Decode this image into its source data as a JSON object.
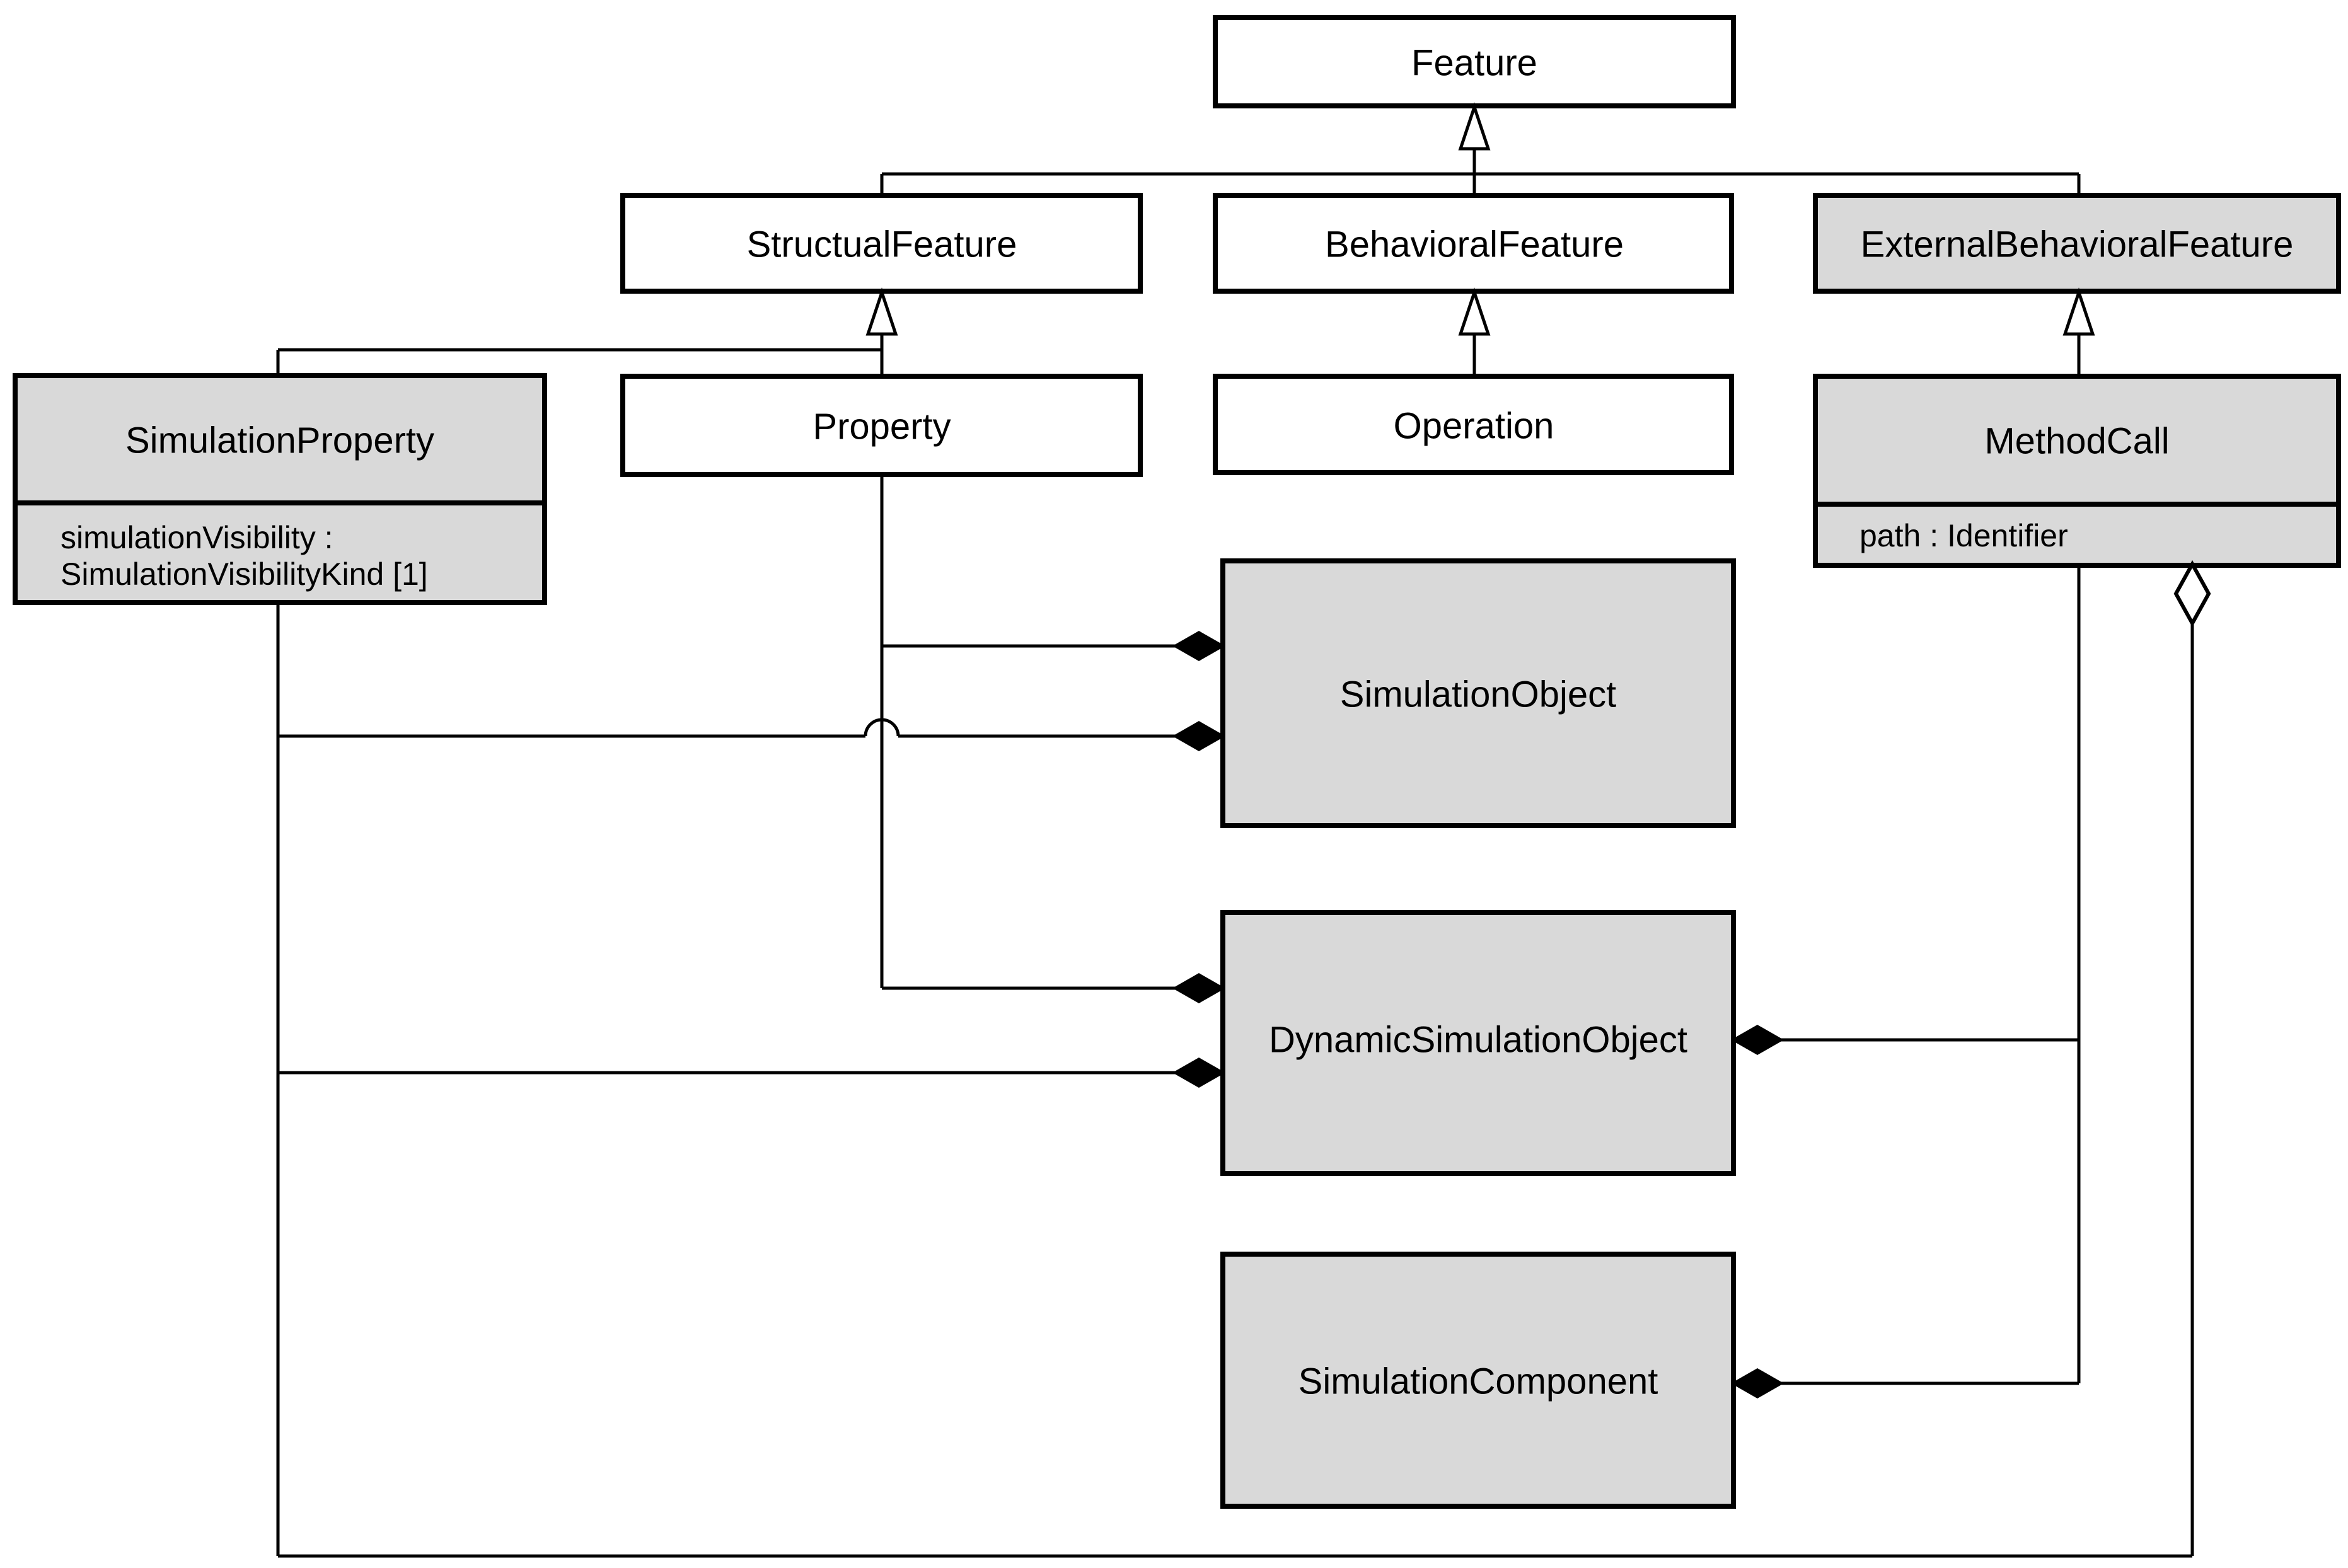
{
  "colors": {
    "background": "#ffffff",
    "line": "#000000",
    "class_fill_gray": "#d9d9d9",
    "class_fill_white": "#ffffff"
  },
  "classes": {
    "feature": {
      "name": "Feature"
    },
    "structual_feature": {
      "name": "StructualFeature"
    },
    "behavioral_feature": {
      "name": "BehavioralFeature"
    },
    "external_behavioral_feature": {
      "name": "ExternalBehavioralFeature"
    },
    "simulation_property": {
      "name": "SimulationProperty",
      "attribute_line1": "simulationVisibility :",
      "attribute_line2": "SimulationVisibilityKind [1]"
    },
    "property": {
      "name": "Property"
    },
    "operation": {
      "name": "Operation"
    },
    "method_call": {
      "name": "MethodCall",
      "attribute_line1": "path : Identifier"
    },
    "simulation_object": {
      "name": "SimulationObject"
    },
    "dynamic_simulation_object": {
      "name": "DynamicSimulationObject"
    },
    "simulation_component": {
      "name": "SimulationComponent"
    }
  },
  "relationships": [
    {
      "type": "generalization",
      "from": "StructualFeature",
      "to": "Feature"
    },
    {
      "type": "generalization",
      "from": "BehavioralFeature",
      "to": "Feature"
    },
    {
      "type": "generalization",
      "from": "ExternalBehavioralFeature",
      "to": "Feature"
    },
    {
      "type": "generalization",
      "from": "SimulationProperty",
      "to": "StructualFeature"
    },
    {
      "type": "generalization",
      "from": "Property",
      "to": "StructualFeature"
    },
    {
      "type": "generalization",
      "from": "Operation",
      "to": "BehavioralFeature"
    },
    {
      "type": "generalization",
      "from": "MethodCall",
      "to": "ExternalBehavioralFeature"
    },
    {
      "type": "composition",
      "owner": "SimulationObject",
      "part": "Property"
    },
    {
      "type": "composition",
      "owner": "SimulationObject",
      "part": "SimulationProperty"
    },
    {
      "type": "composition",
      "owner": "DynamicSimulationObject",
      "part": "Property"
    },
    {
      "type": "composition",
      "owner": "DynamicSimulationObject",
      "part": "SimulationProperty"
    },
    {
      "type": "composition",
      "owner": "DynamicSimulationObject",
      "part": "MethodCall"
    },
    {
      "type": "composition",
      "owner": "SimulationComponent",
      "part": "MethodCall"
    },
    {
      "type": "aggregation",
      "owner": "MethodCall",
      "part": "SimulationProperty"
    }
  ]
}
